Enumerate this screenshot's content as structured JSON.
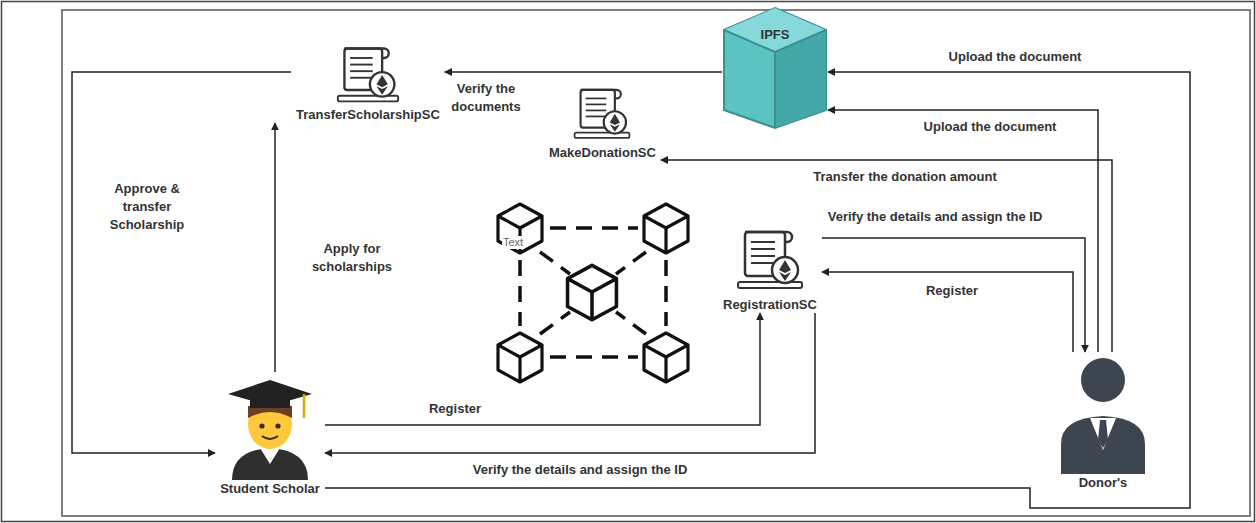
{
  "diagram": {
    "nodes": [
      {
        "text": [
          "TransferScholarshipSC"
        ]
      },
      {
        "text": [
          "IPFS"
        ]
      },
      {
        "text": [
          "MakeDonationSC"
        ]
      },
      {
        "text": [
          "RegistrationSC"
        ]
      },
      {
        "text": [
          "Student Scholar"
        ]
      },
      {
        "text": [
          "Donor's"
        ]
      }
    ],
    "edges": [
      {
        "from": 1,
        "to": 0,
        "label": "Verify the documents",
        "arrow": "to"
      },
      {
        "from": 0,
        "to": 4,
        "label": "Approve & transfer Scholarship",
        "arrow": "to"
      },
      {
        "from": 4,
        "to": 0,
        "label": "Apply for scholarships",
        "arrow": "to"
      },
      {
        "from": 4,
        "to": 3,
        "label": "Register",
        "arrow": "to"
      },
      {
        "from": 3,
        "to": 4,
        "label": "Verify the details and assign the ID",
        "arrow": "to"
      },
      {
        "from": 4,
        "to": 1,
        "label": "Upload the document",
        "arrow": "to"
      },
      {
        "from": 5,
        "to": 1,
        "label": "Upload the document",
        "arrow": "to"
      },
      {
        "from": 5,
        "to": 2,
        "label": "Transfer the donation amount",
        "arrow": "to"
      },
      {
        "from": 3,
        "to": 5,
        "label": "Verify the details and assign the ID",
        "arrow": "to"
      },
      {
        "from": 5,
        "to": 3,
        "label": "Register",
        "arrow": "to"
      }
    ],
    "labels": [
      "Text"
    ]
  }
}
